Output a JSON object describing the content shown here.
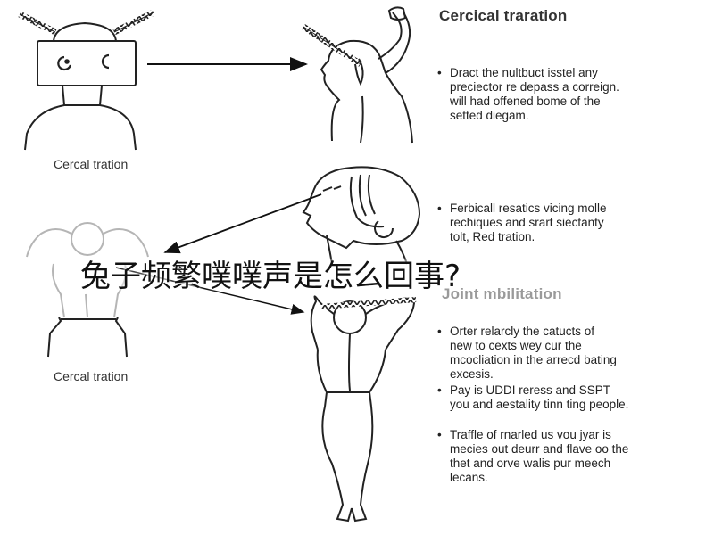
{
  "title": "Cercical traration",
  "caption_top": "Cercal tration",
  "caption_bottom": "Cercal tration",
  "section2_heading": "Joint mbilitation",
  "overlay_title": "兔子频繁噗噗声是怎么回事?",
  "block1": {
    "bullets": [
      [
        "Dract the nultbuct isstel any",
        "preciector re depass a correign.",
        "will had offened bome of the",
        "setted diegam."
      ]
    ]
  },
  "block2": {
    "bullets": [
      [
        "Ferbicall resatics vicing molle",
        "rechiques and srart siectanty",
        "tolt, Red tration."
      ]
    ]
  },
  "block3": {
    "bullets": [
      [
        "Orter relarcly the catucts of",
        "new to cexts wey cur the",
        "mcocliation in the arrecd bating",
        "excesis."
      ],
      [
        "Pay is UDDI reress and SSPT",
        "you and aestality tinn ting people."
      ]
    ]
  },
  "block4": {
    "bullets": [
      [
        "Traffle of rnarled us vou jyar is",
        "mecies out deurr and flave oo the",
        "thet and orve walis pur meech",
        "lecans."
      ]
    ]
  },
  "colors": {
    "line": "#222222",
    "hatch": "#444444",
    "accent_arrow": "#111111",
    "faint_figure": "#b5b5b5"
  }
}
